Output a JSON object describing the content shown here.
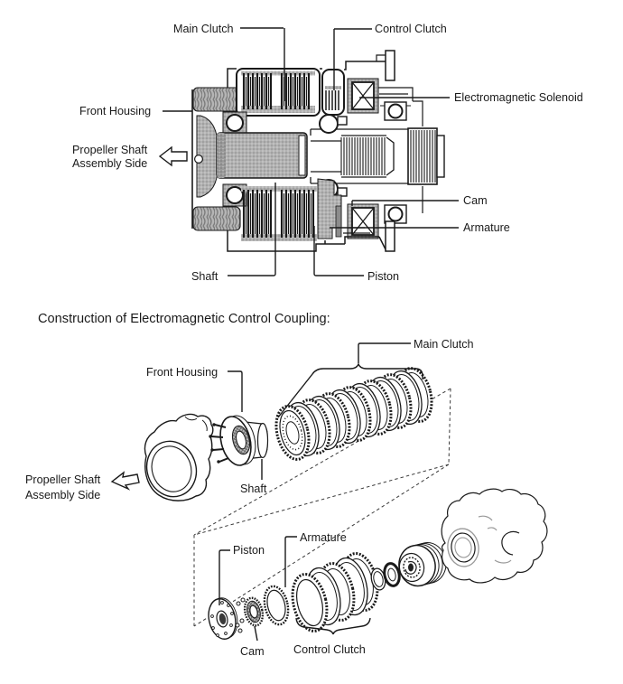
{
  "colors": {
    "ink": "#1a1a1a",
    "gray_fill": "#aeaeae",
    "gray_dark": "#8c8c8c",
    "gray_line": "#999999",
    "background": "#ffffff"
  },
  "cross_section": {
    "labels": {
      "main_clutch": "Main Clutch",
      "control_clutch": "Control Clutch",
      "electromagnetic_solenoid": "Electromagnetic Solenoid",
      "front_housing": "Front Housing",
      "propeller_shaft_line1": "Propeller Shaft",
      "propeller_shaft_line2": "Assembly Side",
      "cam": "Cam",
      "armature": "Armature",
      "shaft": "Shaft",
      "piston": "Piston"
    }
  },
  "construction": {
    "title": "Construction of Electromagnetic Control Coupling:",
    "labels": {
      "main_clutch": "Main Clutch",
      "front_housing": "Front Housing",
      "shaft": "Shaft",
      "propeller_shaft_line1": "Propeller Shaft",
      "propeller_shaft_line2": "Assembly Side",
      "piston": "Piston",
      "armature": "Armature",
      "cam": "Cam",
      "control_clutch": "Control Clutch"
    }
  }
}
